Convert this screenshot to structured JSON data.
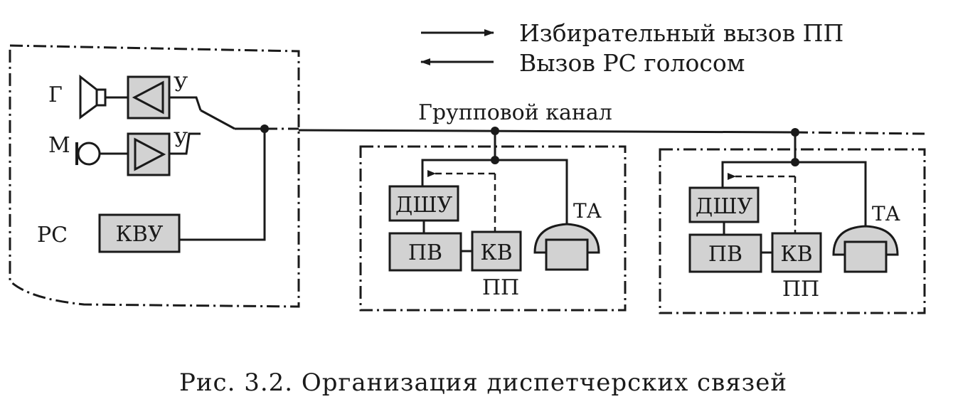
{
  "legend": {
    "selective_call": "Избирательный вызов ПП",
    "voice_call": "Вызов РС голосом"
  },
  "channel_label": "Групповой канал",
  "rs_station": {
    "label_g": "Г",
    "label_m": "М",
    "label_u1": "У",
    "label_u2": "У",
    "label_rs": "РС",
    "kvu": "КВУ"
  },
  "pp_units": [
    {
      "dshu": "ДШУ",
      "pv": "ПВ",
      "kv": "КВ",
      "ta": "ТА",
      "pp": "ПП"
    },
    {
      "dshu": "ДШУ",
      "pv": "ПВ",
      "kv": "КВ",
      "ta": "ТА",
      "pp": "ПП"
    }
  ],
  "caption": "Рис. 3.2. Организация диспетчерских связей"
}
